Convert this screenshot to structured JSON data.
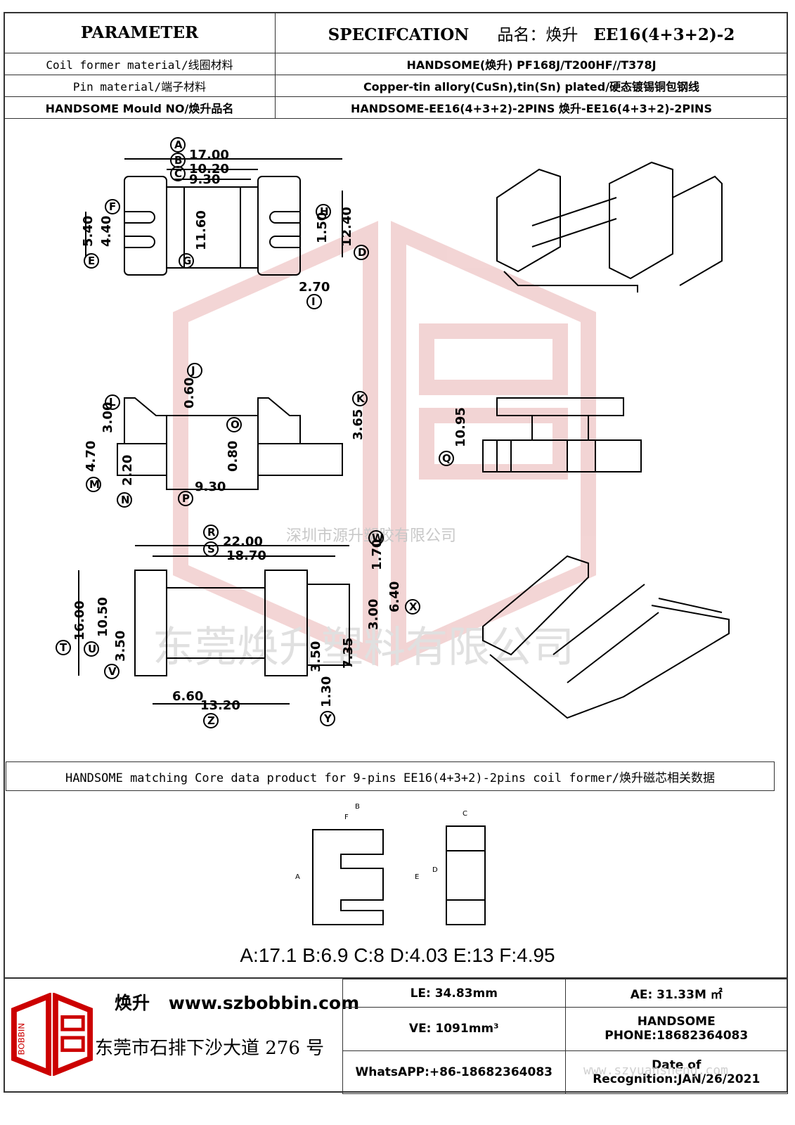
{
  "header": {
    "parameter": "PARAMETER",
    "specification": "SPECIFCATION",
    "product_name_label": "品名：焕升",
    "product_model": "EE16(4+3+2)-2"
  },
  "rows": [
    {
      "param": "Coil former material/线圈材料",
      "spec": "HANDSOME(焕升)   PF168J/T200HF//T378J"
    },
    {
      "param": "Pin material/端子材料",
      "spec": "Copper-tin allory(CuSn),tin(Sn) plated/硬态镀锡铜包钢线"
    },
    {
      "param": "HANDSOME Mould NO/焕升品名",
      "spec": "HANDSOME-EE16(4+3+2)-2PINS    焕升-EE16(4+3+2)-2PINS"
    }
  ],
  "watermark": {
    "text1": "深圳市源升塑胶有限公司",
    "text2": "东莞焕升塑料有限公司",
    "url": "www.szyuansheng.com"
  },
  "dims_top": {
    "A": "17.00",
    "B": "10.20",
    "C": "9.30",
    "e1": "5.40",
    "e2": "4.40",
    "g": "11.60",
    "h": "1.50",
    "d": "12.40",
    "i": "2.70"
  },
  "dims_side": {
    "j": "0.60",
    "l": "3.00",
    "m": "4.70",
    "n": "2.20",
    "o": "0.80",
    "p": "9.30",
    "k": "3.65",
    "q": "10.95"
  },
  "dims_bottom": {
    "r": "22.00",
    "s": "18.70",
    "t": "16.00",
    "u": "10.50",
    "v": "3.50",
    "w": "1.70",
    "x": "6.40",
    "x2": "3.00",
    "y1": "7.35",
    "y2": "3.50",
    "y3": "1.30",
    "z1": "6.60",
    "z2": "13.20"
  },
  "letters": [
    "A",
    "B",
    "C",
    "D",
    "E",
    "F",
    "G",
    "H",
    "I",
    "J",
    "K",
    "L",
    "M",
    "N",
    "O",
    "P",
    "Q",
    "R",
    "S",
    "T",
    "U",
    "V",
    "W",
    "X",
    "Y",
    "Z"
  ],
  "core_band": "HANDSOME matching Core data  product for 9-pins EE16(4+3+2)-2pins coil former/焕升磁芯相关数据",
  "core_labels": {
    "a": "A",
    "b": "B",
    "c": "C",
    "d": "D",
    "e": "E",
    "f": "F"
  },
  "core_data": "A:17.1 B:6.9 C:8 D:4.03 E:13 F:4.95",
  "footer": {
    "brand_cn": "焕升",
    "website": "www.szbobbin.com",
    "address": "东莞市石排下沙大道 276 号",
    "le": "LE:   34.83mm",
    "ae": "AE:   31.33M ㎡",
    "ve": "VE:   1091mm³",
    "phone": "HANDSOME PHONE:18682364083",
    "whatsapp": "WhatsAPP:+86-18682364083",
    "date": "Date of Recognition:JAN/26/2021",
    "logo_text": "BOBBIN"
  }
}
